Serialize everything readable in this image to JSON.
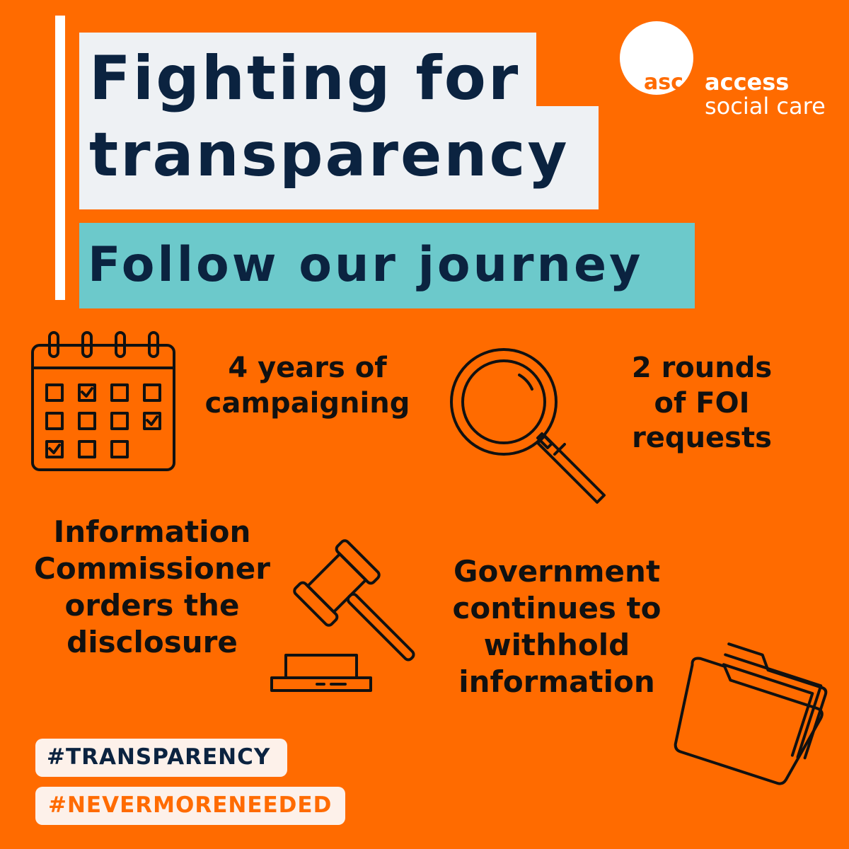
{
  "title": {
    "line1": "Fighting for",
    "line2": "transparency"
  },
  "subtitle": "Follow our journey",
  "logo": {
    "mark": "asc",
    "line1": "access",
    "line2": "social care"
  },
  "facts": {
    "years": "4 years of\ncampaigning",
    "foi": "2 rounds\nof FOI\nrequests",
    "commissioner": "Information\nCommissioner\norders the\ndisclosure",
    "government": "Government\ncontinues to\nwithhold\ninformation"
  },
  "hashtags": [
    "#TRANSPARENCY",
    "#NEVERMORENEEDED"
  ],
  "icons": [
    "calendar-icon",
    "magnifier-icon",
    "gavel-icon",
    "folder-icon"
  ],
  "colors": {
    "background": "#ff6b00",
    "title_box": "#eef1f4",
    "title_text": "#0b2340",
    "subtitle_box": "#6cc9cb",
    "icon_stroke": "#111111",
    "tag_box": "#fdf1ea"
  }
}
